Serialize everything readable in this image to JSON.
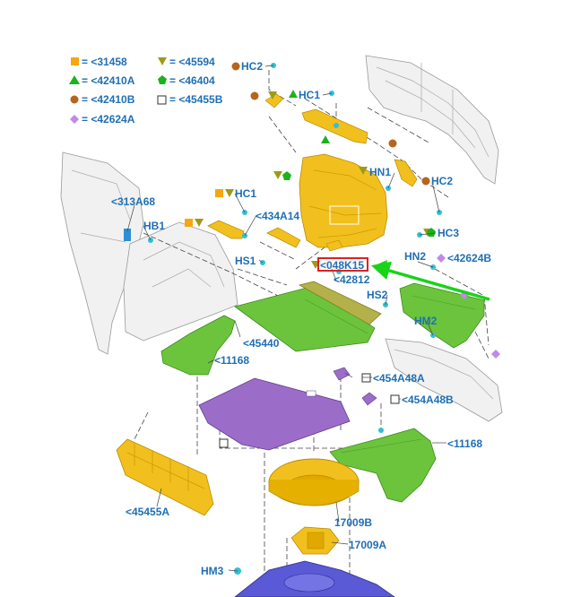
{
  "legend": [
    {
      "symbol": "square-orange",
      "text": "= <31458"
    },
    {
      "symbol": "triangle-olive",
      "text": "= <45594"
    },
    {
      "symbol": "triangle-green",
      "text": "= <42410A"
    },
    {
      "symbol": "pentagon-green",
      "text": "= <46404"
    },
    {
      "symbol": "circle-brown",
      "text": "= <42410B"
    },
    {
      "symbol": "square-open",
      "text": "= <45455B"
    },
    {
      "symbol": "diamond-purple",
      "text": "= <42624A"
    }
  ],
  "labels": {
    "hc2_top": "HC2",
    "hc1_top": "HC1",
    "hn1": "HN1",
    "hc2_right": "HC2",
    "hc3": "HC3",
    "c313a68": "<313A68",
    "hb1": "HB1",
    "hc1_left": "HC1",
    "c434a14": "<434A14",
    "hs1": "HS1",
    "c048k15": "<048K15",
    "hn2": "HN2",
    "c42624b": "<42624B",
    "c42812": "<42812",
    "hs2": "HS2",
    "hm2": "HM2",
    "c45440": "<45440",
    "c11168_left": "<11168",
    "c454a48a": "<454A48A",
    "c454a48b": "<454A48B",
    "c11168_right": "<11168",
    "c45455a": "<45455A",
    "p17009b": "17009B",
    "p17009a": "17009A",
    "hm3": "HM3"
  },
  "colors": {
    "label_blue": "#1f6fb5",
    "highlight_red": "#e1201f",
    "arrow_green": "#17d417",
    "trim_yellow": "#f2c01e",
    "cover_green": "#6cc43c",
    "floor_purple": "#9b6cc8",
    "sym_orange": "#f5a70f",
    "sym_olive": "#9e9a18",
    "sym_green": "#1bb31b",
    "sym_brown": "#b5651d",
    "sym_purple": "#c08ae8",
    "clip_cyan": "#2fc1d6"
  }
}
